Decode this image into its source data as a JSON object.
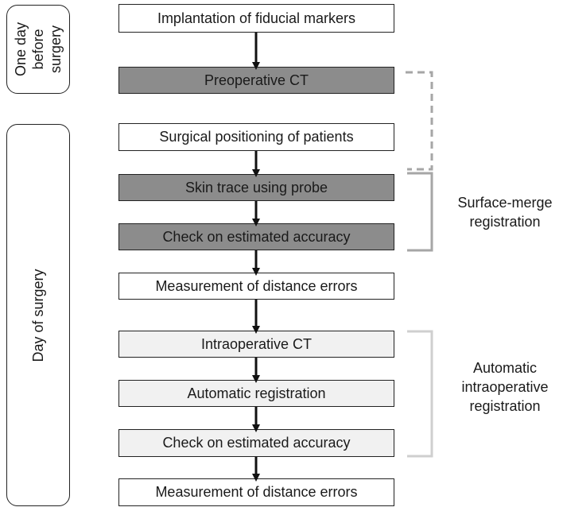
{
  "phases": {
    "before": [
      "One day",
      "before",
      "surgery"
    ],
    "day_of": "Day of surgery"
  },
  "steps": [
    "Implantation of fiducial markers",
    "Preoperative CT",
    "Surgical positioning of patients",
    "Skin trace using probe",
    "Check on estimated accuracy",
    "Measurement of distance errors",
    "Intraoperative CT",
    "Automatic registration",
    "Check on estimated accuracy",
    "Measurement of distance errors"
  ],
  "groups": {
    "surface_merge": [
      "Surface-merge",
      "registration"
    ],
    "automatic": [
      "Automatic",
      "intraoperative",
      "registration"
    ]
  },
  "colors": {
    "dark_fill": "#8c8c8c",
    "light_fill": "#f1f1f1",
    "surface_bracket": "#a6a6a6",
    "dashed_bracket": "#a6a6a6",
    "auto_bracket": "#cfcfcf"
  }
}
